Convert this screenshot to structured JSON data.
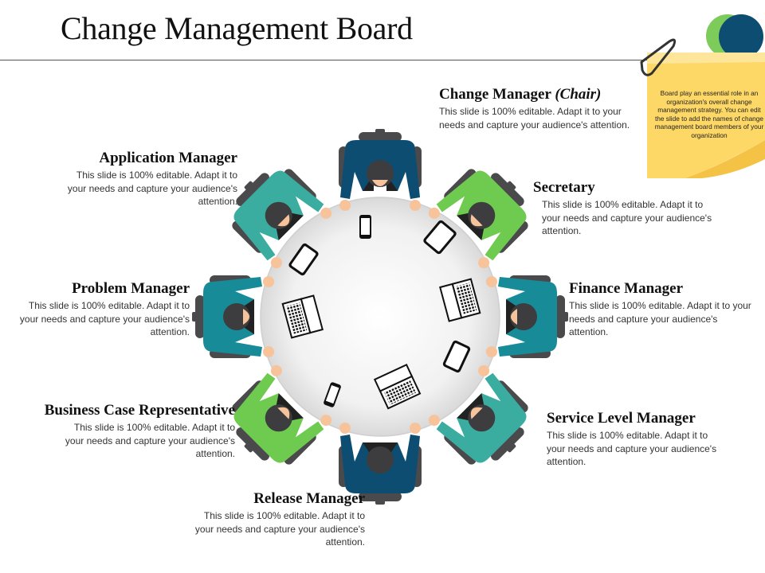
{
  "slide": {
    "title": "Change Management Board"
  },
  "note": {
    "text": "Board play an essential role in an organization's overall change management strategy. You can edit the slide to add the names of change management board members of your organization",
    "colors": {
      "note": "#fdd867",
      "circle_green": "#7dcb5a",
      "circle_blue": "#0e4d72"
    }
  },
  "roles": [
    {
      "id": "change-manager",
      "title": "Change Manager",
      "title_suffix": "(Chair)",
      "description": "This slide is 100% editable. Adapt it to your needs and capture your audience's attention."
    },
    {
      "id": "secretary",
      "title": "Secretary",
      "description": "This slide is 100% editable. Adapt it to your needs and capture your audience's attention."
    },
    {
      "id": "finance-manager",
      "title": "Finance Manager",
      "description": "This slide is 100% editable. Adapt it to your needs and capture your audience's attention."
    },
    {
      "id": "service-level-manager",
      "title": "Service Level Manager",
      "description": "This slide is 100% editable. Adapt it to your needs and capture your audience's attention."
    },
    {
      "id": "release-manager",
      "title": "Release Manager",
      "description": "This slide is 100% editable. Adapt it to your needs and capture your audience's attention."
    },
    {
      "id": "business-case-representative",
      "title": "Business Case Representative",
      "description": "This slide is 100% editable. Adapt it to your needs and capture your audience's attention."
    },
    {
      "id": "problem-manager",
      "title": "Problem Manager",
      "description": "This slide is 100% editable. Adapt it to your needs and capture your audience's attention."
    },
    {
      "id": "application-manager",
      "title": "Application Manager",
      "description": "This slide is 100% editable. Adapt it to your needs and capture your audience's attention."
    }
  ],
  "palette": {
    "navy": "#0e4d72",
    "teal": "#178b98",
    "green": "#6fcb4f",
    "seafoam": "#3bada0",
    "hair": "#3d3d3f",
    "skin": "#f7c39a",
    "chair": "#4a4a4c",
    "table": "#eeeeee"
  }
}
